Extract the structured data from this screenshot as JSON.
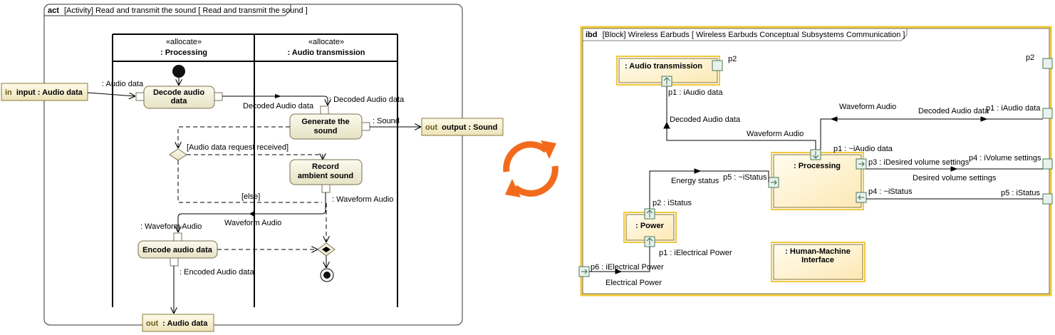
{
  "activity": {
    "frame_kind": "act",
    "frame_title": "[Activity] Read and transmit the sound [ Read and transmit the sound ]",
    "lanes": [
      {
        "stereotype": "«allocate»",
        "name": ": Processing"
      },
      {
        "stereotype": "«allocate»",
        "name": ": Audio transmission"
      }
    ],
    "input_param": {
      "keyword": "in",
      "label": "input : Audio data"
    },
    "output_param": {
      "keyword": "out",
      "label": "output : Sound"
    },
    "out_param": {
      "keyword": "out",
      "label": " : Audio data"
    },
    "actions": {
      "decode": [
        "Decode audio",
        "data"
      ],
      "generate": [
        "Generate the",
        "sound"
      ],
      "record": [
        "Record",
        "ambient sound"
      ],
      "encode": [
        "Encode audio data"
      ]
    },
    "labels": {
      "audio_data_pin": ": Audio data",
      "decoded_pin": ": Decoded Audio data",
      "decoded_flow": "Decoded Audio data",
      "sound_pin": ": Sound",
      "guard": "[Audio data request received]",
      "else": "[else]",
      "waveform_pin_out": ": Waveform Audio",
      "waveform_flow": "Waveform Audio",
      "waveform_pin_in": ": Waveform Audio",
      "encoded_pin": ": Encoded Audio data"
    }
  },
  "transform_icon": "refresh-arrows-icon",
  "ibd": {
    "frame_kind": "ibd",
    "frame_title": "[Block] Wireless Earbuds [ Wireless Earbuds Conceptual Subsystems Communication ]",
    "parts": {
      "audio_tx": ": Audio transmission",
      "processing": ": Processing",
      "power": ": Power",
      "hmi": [
        ": Human-Machine",
        "Interface"
      ]
    },
    "ports": {
      "at_p2": "p2",
      "at_p1": "p1 : iAudio data",
      "frame_p2": "p2",
      "frame_p1": "p1 : iAudio data",
      "proc_p1": "p1 : ~iAudio data",
      "proc_p5": "p5 : ~iStatus",
      "proc_p3": "p3 : iDesired volume settings",
      "proc_p4": "p4 : ~iStatus",
      "frame_p4": "p4 : iVolume settings",
      "frame_p5": "p5 : iStatus",
      "power_p2": "p2 : iStatus",
      "power_p1": "p1 : iElectrical Power",
      "frame_p6": "p6 : iElectrical Power"
    },
    "flows": {
      "decoded_up": "Decoded Audio data",
      "waveform_1": "Waveform Audio",
      "waveform_2": "Waveform Audio",
      "decoded_right": "Decoded Audio data",
      "energy": "Energy status",
      "desired": "Desired volume settings",
      "electrical": "Electrical Power"
    }
  }
}
